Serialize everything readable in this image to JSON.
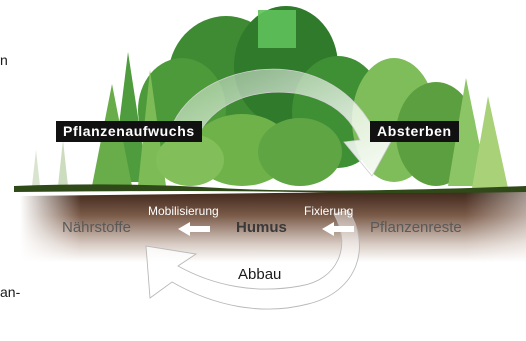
{
  "diagram": {
    "labels": {
      "growth": "Pflanzenaufwuchs",
      "death": "Absterben",
      "nutrients": "Nährstoffe",
      "mobilization": "Mobilisierung",
      "humus": "Humus",
      "fixation": "Fixierung",
      "residues": "Pflanzenreste",
      "decomposition": "Abbau"
    },
    "stray_text": {
      "left_char": "n",
      "left_fragment": "an-"
    }
  },
  "colors": {
    "soil_dark": "#4a3325",
    "soil_light": "#ffffff",
    "ground_line": "#2f4a18",
    "tree_dark": "#3e8b34",
    "tree_mid": "#6fb249",
    "tree_light": "#a8d178",
    "arrow_fill": "#ffffff",
    "arrow_stroke": "#b9b9b9",
    "label_bg": "#111111",
    "label_text": "#ffffff",
    "humus_text": "#3a3a3a",
    "soil_text": "#5a5a5a"
  }
}
